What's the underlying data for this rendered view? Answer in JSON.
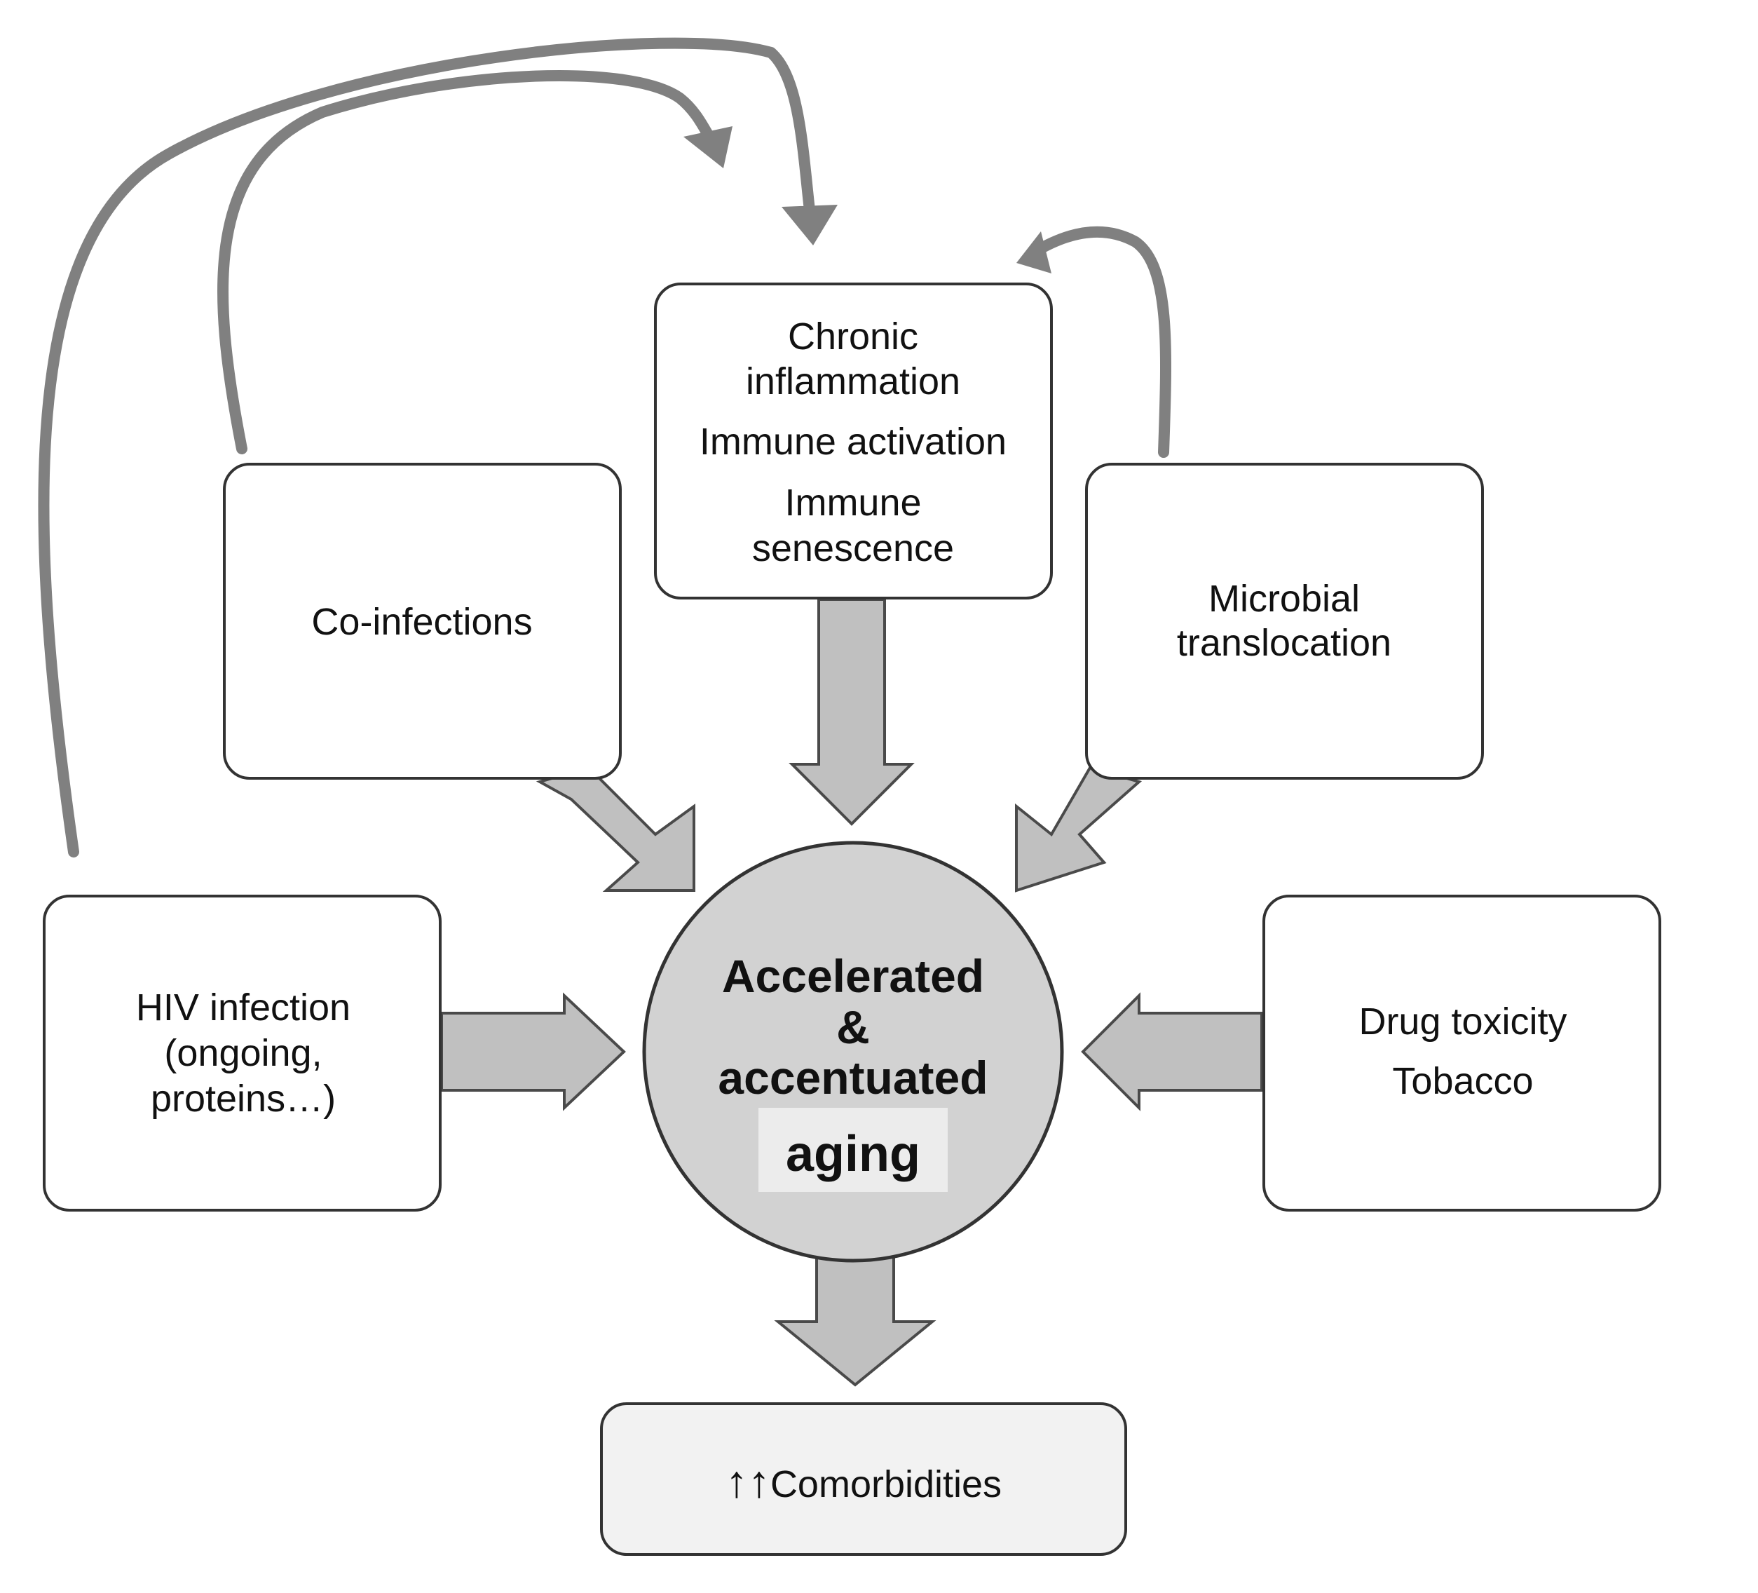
{
  "colors": {
    "box_fill": "#ffffff",
    "box_stroke": "#333333",
    "arrow_fill": "#c0c0c0",
    "arrow_stroke": "#4a4a4a",
    "curve_stroke": "#808080",
    "center_fill": "#d2d2d2",
    "comorbidities_fill": "#f2f2f2"
  },
  "boxes": {
    "chronic": {
      "lines_group1": [
        "Chronic",
        "inflammation"
      ],
      "line_mid": "Immune activation",
      "lines_group2": [
        "Immune",
        "senescence"
      ]
    },
    "coinfections": {
      "label": "Co-infections"
    },
    "microbial": {
      "lines": [
        "Microbial",
        "translocation"
      ]
    },
    "hiv": {
      "lines": [
        "HIV infection",
        "(ongoing,",
        "proteins…)"
      ]
    },
    "drug": {
      "lines": [
        "Drug toxicity",
        "Tobacco"
      ]
    }
  },
  "center": {
    "lines": [
      "Accelerated",
      "&",
      "accentuated"
    ],
    "aging": "aging"
  },
  "outcome": {
    "arrows": "↑↑",
    "label": "Comorbidities"
  }
}
